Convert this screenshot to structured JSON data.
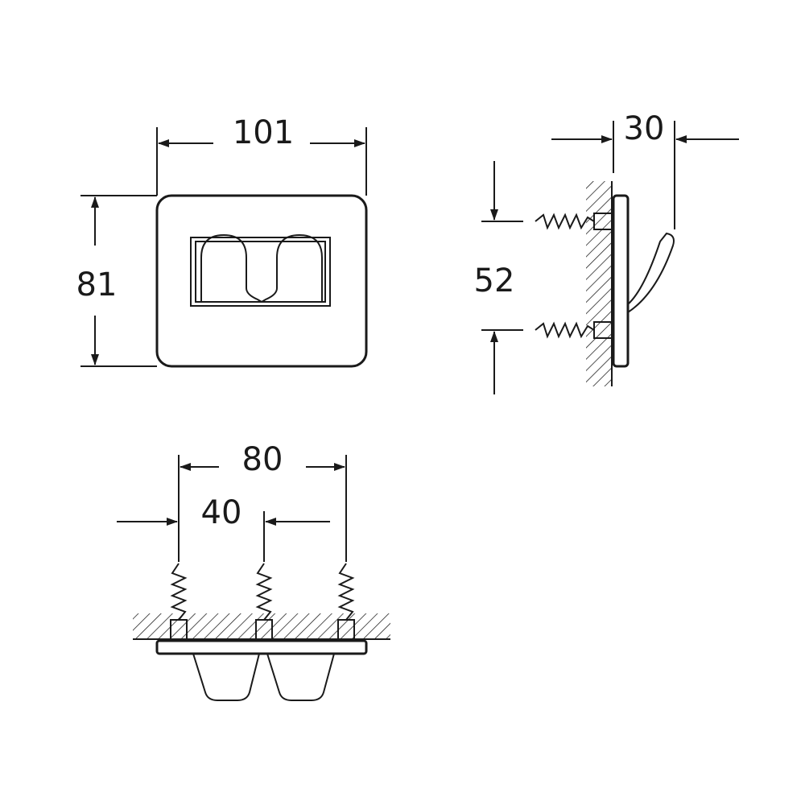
{
  "dimensions": {
    "width": "101",
    "height": "81",
    "depth": "30",
    "screw_spacing_vertical": "52",
    "screw_spacing_total": "80",
    "screw_spacing_half": "40"
  },
  "colors": {
    "line": "#1a1a1a",
    "background": "#ffffff"
  }
}
